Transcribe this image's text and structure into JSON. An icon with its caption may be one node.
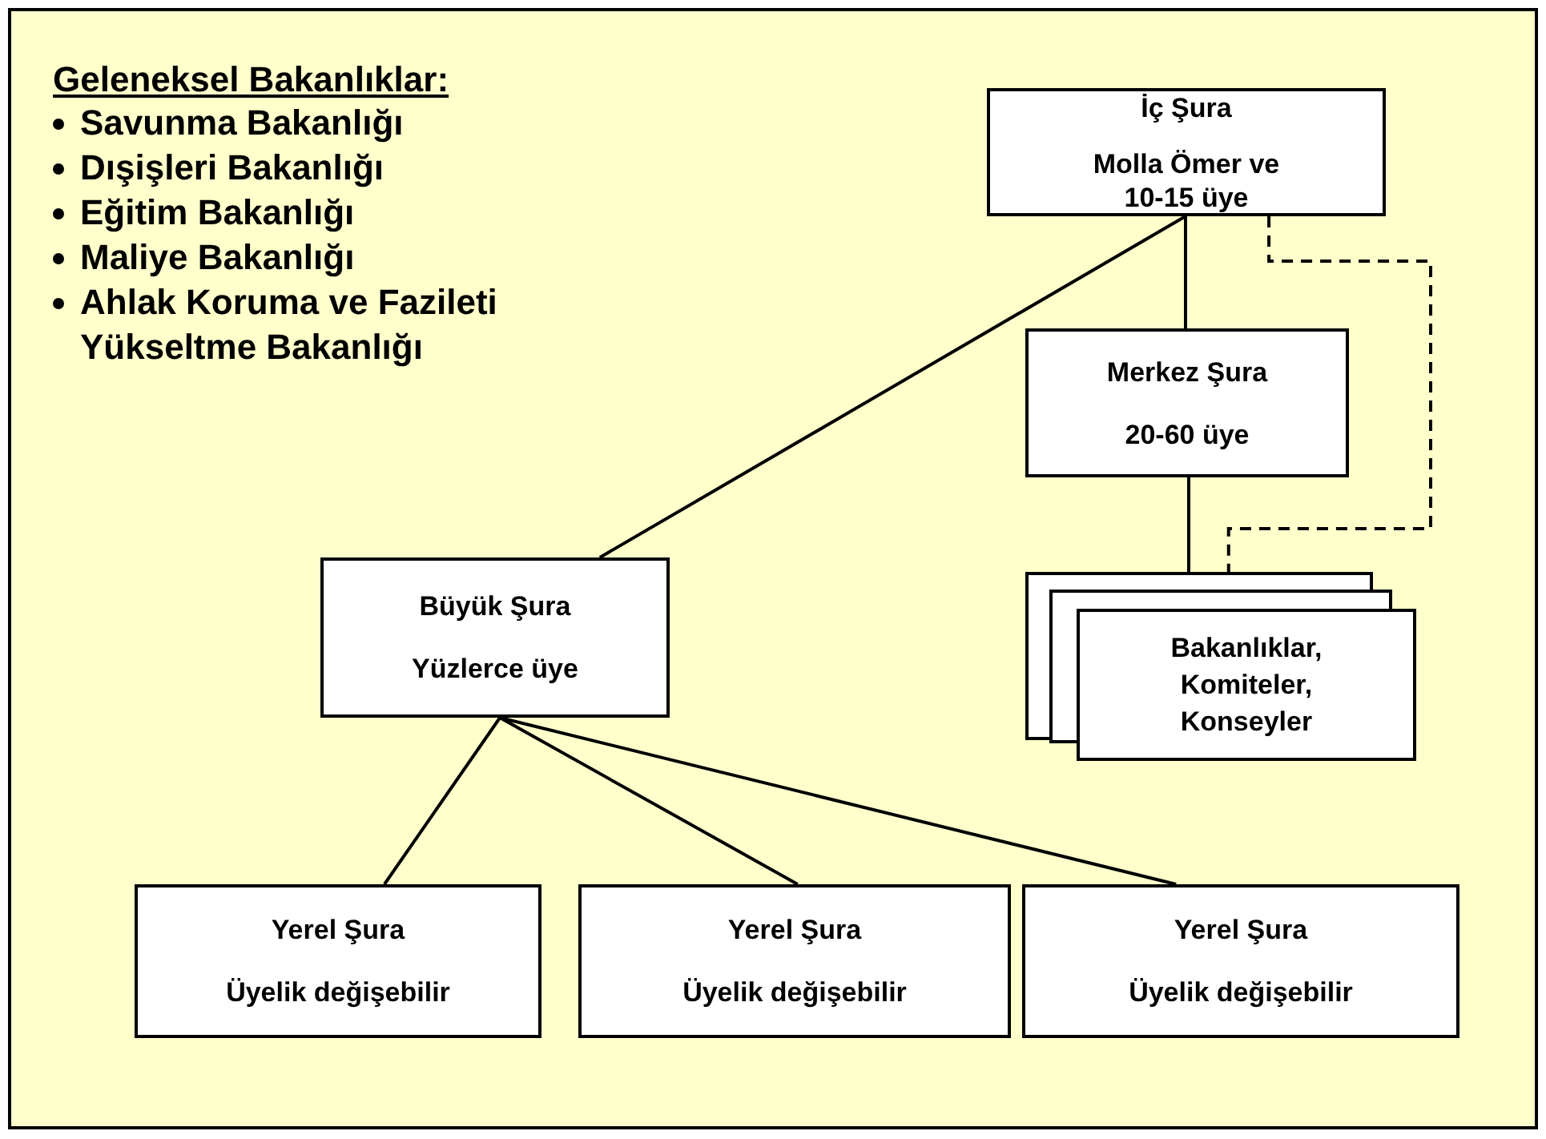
{
  "diagram": {
    "nodes": [
      {
        "text": [
          "İç Şura",
          "Molla Ömer ve 10-15 üye"
        ]
      },
      {
        "text": [
          "Merkez Şura",
          "20-60 üye"
        ]
      },
      {
        "text": [
          "Bakanlıklar, Komiteler, Konseyler"
        ]
      },
      {
        "text": [
          "Büyük Şura",
          "Yüzlerce üye"
        ]
      },
      {
        "text": [
          "Yerel Şura",
          "Üyelik değişebilir"
        ]
      },
      {
        "text": [
          "Yerel Şura",
          "Üyelik değişebilir"
        ]
      },
      {
        "text": [
          "Yerel Şura",
          "Üyelik değişebilir"
        ]
      }
    ],
    "edges": [
      {
        "from": 0,
        "to": 1,
        "arrow": "none"
      },
      {
        "from": 0,
        "to": 3,
        "arrow": "none"
      },
      {
        "from": 1,
        "to": 2,
        "arrow": "none"
      },
      {
        "from": 0,
        "to": 2,
        "arrow": "none",
        "style": "dashed"
      },
      {
        "from": 3,
        "to": 4,
        "arrow": "none"
      },
      {
        "from": 3,
        "to": 5,
        "arrow": "none"
      },
      {
        "from": 3,
        "to": 6,
        "arrow": "none"
      }
    ],
    "labels": [
      "Geleneksel Bakanlıklar:",
      "Savunma Bakanlığı",
      "Dışişleri Bakanlığı",
      "Eğitim Bakanlığı",
      "Maliye Bakanlığı",
      "Ahlak Koruma ve Fazileti Yükseltme Bakanlığı"
    ]
  }
}
